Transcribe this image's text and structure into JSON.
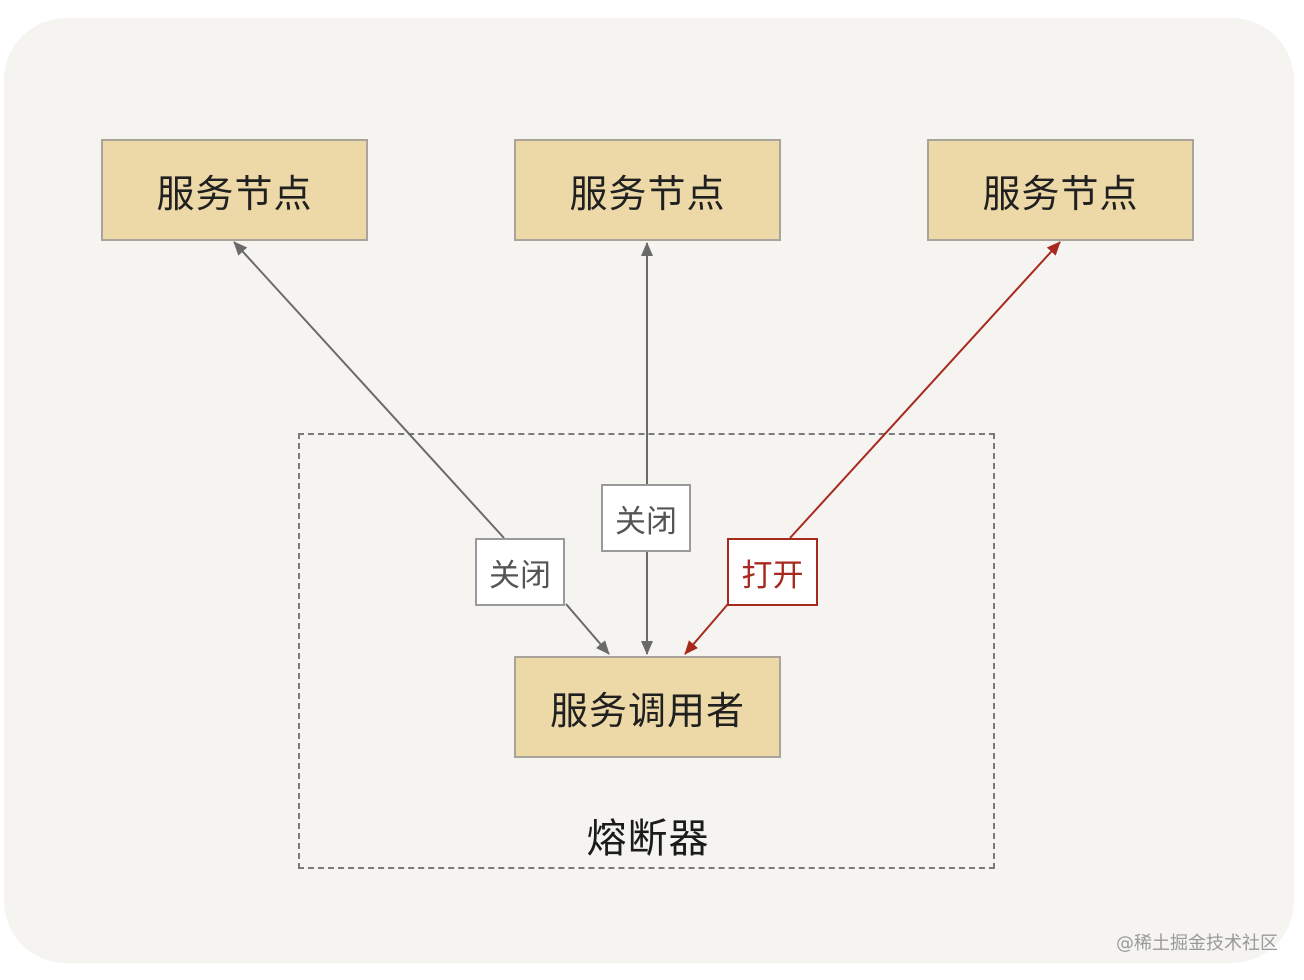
{
  "nodes": {
    "service_node_1": "服务节点",
    "service_node_2": "服务节点",
    "service_node_3": "服务节点",
    "caller": "服务调用者"
  },
  "breaker": {
    "label": "熔断器"
  },
  "states": {
    "left": "关闭",
    "middle": "关闭",
    "right": "打开"
  },
  "watermark": "@稀土掘金技术社区",
  "colors": {
    "panel_bg": "#f5f4f1",
    "node_fill": "#ecd9a7",
    "closed_line": "#6a6a6a",
    "open_line": "#a82a1e"
  }
}
